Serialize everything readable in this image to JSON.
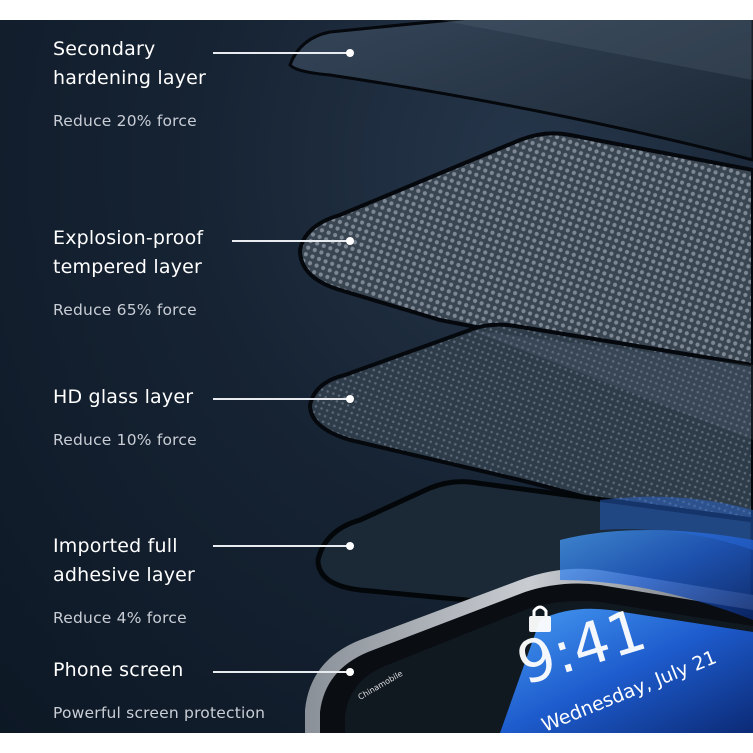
{
  "layers": [
    {
      "title": "Secondary\nhardening layer",
      "subtitle": "Reduce 20% force"
    },
    {
      "title": "Explosion-proof\ntempered layer",
      "subtitle": "Reduce 65% force"
    },
    {
      "title": "HD glass layer",
      "subtitle": "Reduce 10% force"
    },
    {
      "title": "Imported full\nadhesive layer",
      "subtitle": "Reduce 4% force"
    },
    {
      "title": "Phone screen",
      "subtitle": "Powerful screen protection"
    }
  ],
  "phone": {
    "time": "9:41",
    "date": "Wednesday, July 21",
    "carrier": "Chinamobile"
  },
  "colors": {
    "background": "#162333",
    "text": "#ffffff",
    "subtext": "#c9ced6",
    "leader_line": "#e8ecf1",
    "wallpaper": "#1e5fd6"
  },
  "icons": [
    "lock-icon"
  ]
}
